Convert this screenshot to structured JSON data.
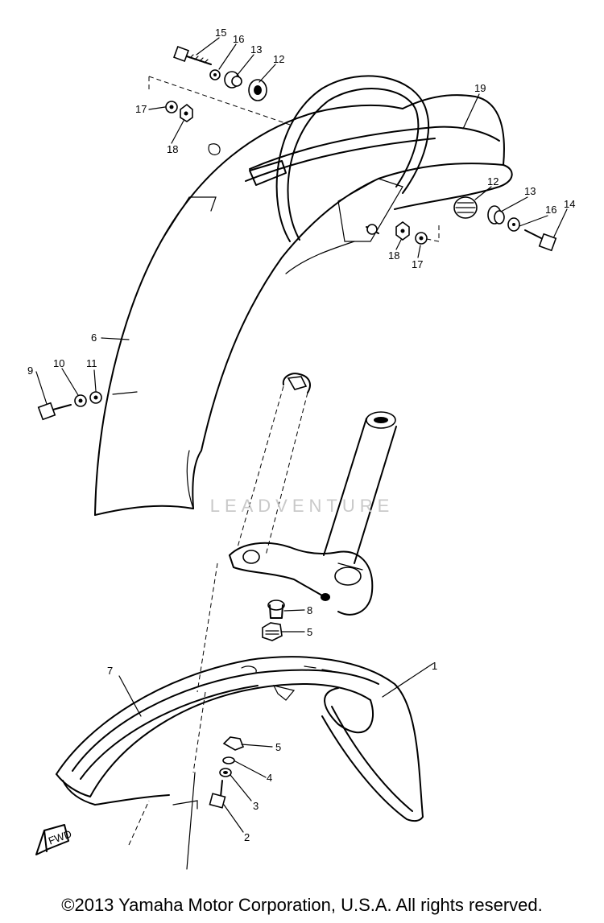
{
  "diagram": {
    "callouts": [
      {
        "id": "c15-top",
        "text": "15"
      },
      {
        "id": "c16-top",
        "text": "16"
      },
      {
        "id": "c13-top",
        "text": "13"
      },
      {
        "id": "c12-top",
        "text": "12"
      },
      {
        "id": "c17-top",
        "text": "17"
      },
      {
        "id": "c18-top",
        "text": "18"
      },
      {
        "id": "c19",
        "text": "19"
      },
      {
        "id": "c12-right",
        "text": "12"
      },
      {
        "id": "c13-right",
        "text": "13"
      },
      {
        "id": "c16-right",
        "text": "16"
      },
      {
        "id": "c14",
        "text": "14"
      },
      {
        "id": "c18-right",
        "text": "18"
      },
      {
        "id": "c17-right",
        "text": "17"
      },
      {
        "id": "c6",
        "text": "6"
      },
      {
        "id": "c9",
        "text": "9"
      },
      {
        "id": "c10",
        "text": "10"
      },
      {
        "id": "c11",
        "text": "11"
      },
      {
        "id": "c8",
        "text": "8"
      },
      {
        "id": "c5-upper",
        "text": "5"
      },
      {
        "id": "c7",
        "text": "7"
      },
      {
        "id": "c1",
        "text": "1"
      },
      {
        "id": "c5-lower",
        "text": "5"
      },
      {
        "id": "c4",
        "text": "4"
      },
      {
        "id": "c3",
        "text": "3"
      },
      {
        "id": "c2",
        "text": "2"
      },
      {
        "id": "fwd",
        "text": "FWD"
      }
    ]
  },
  "watermark": "LEADVENTURE",
  "copyright": "©2013 Yamaha Motor Corporation, U.S.A. All rights reserved."
}
